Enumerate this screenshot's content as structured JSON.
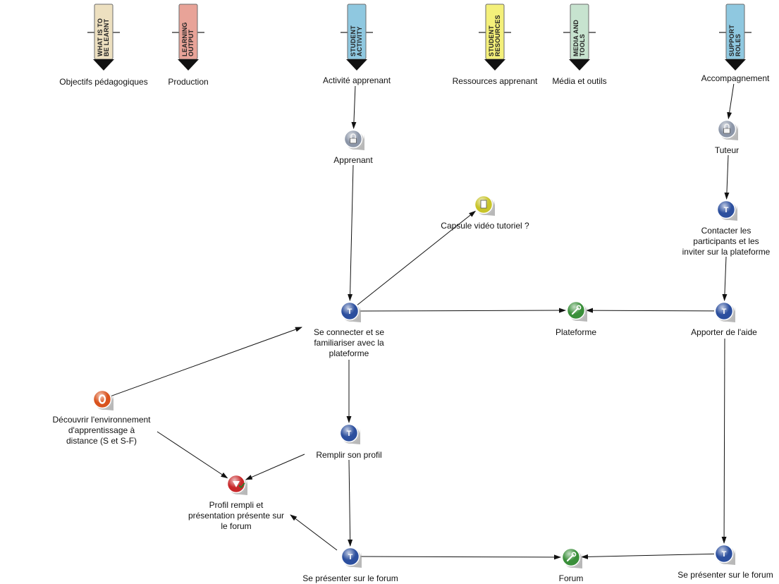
{
  "columns": [
    {
      "id": "objectives",
      "tag_lines": [
        "WHAT IS TO",
        "BE LEARNT"
      ],
      "label": "Objectifs pédagogiques",
      "color": "#ede0c0"
    },
    {
      "id": "production",
      "tag_lines": [
        "LEARNING",
        "OUTPUT"
      ],
      "label": "Production",
      "color": "#e8a398"
    },
    {
      "id": "activity",
      "tag_lines": [
        "STUDENT",
        "ACTIVITY"
      ],
      "label": "Activité apprenant",
      "color": "#8fc8e0"
    },
    {
      "id": "resources",
      "tag_lines": [
        "STUDENT",
        "RESOURCES"
      ],
      "label": "Ressources apprenant",
      "color": "#f4f07a"
    },
    {
      "id": "media",
      "tag_lines": [
        "MEDIA AND",
        "TOOLS"
      ],
      "label": "Média et outils",
      "color": "#c7e3cf"
    },
    {
      "id": "support",
      "tag_lines": [
        "SUPPORT",
        "ROLES"
      ],
      "label": "Accompagnement",
      "color": "#8fc8e0"
    }
  ],
  "nodes": [
    {
      "id": "apprenant",
      "kind": "role",
      "label": "Apprenant"
    },
    {
      "id": "tuteur",
      "kind": "role",
      "label": "Tuteur"
    },
    {
      "id": "capsule",
      "kind": "resource",
      "label": "Capsule vidéo tutoriel ?"
    },
    {
      "id": "contacter",
      "kind": "task",
      "label": "Contacter les\nparticipants et les\ninviter sur la plateforme"
    },
    {
      "id": "connecter",
      "kind": "task",
      "label": "Se connecter et se\nfamiliariser avec la\nplateforme"
    },
    {
      "id": "plateforme",
      "kind": "tool",
      "label": "Plateforme"
    },
    {
      "id": "aide",
      "kind": "task",
      "label": "Apporter de l'aide"
    },
    {
      "id": "decouvrir",
      "kind": "objective",
      "label": "Découvrir l'environnement\nd'apprentissage à\ndistance (S et S-F)"
    },
    {
      "id": "profil",
      "kind": "task",
      "label": "Remplir son profil"
    },
    {
      "id": "profil_rempli",
      "kind": "output",
      "label": "Profil rempli et\nprésentation présente sur\nle forum"
    },
    {
      "id": "presenter_a",
      "kind": "task",
      "label": "Se présenter sur le forum"
    },
    {
      "id": "forum",
      "kind": "tool",
      "label": "Forum"
    },
    {
      "id": "presenter_t",
      "kind": "task",
      "label": "Se présenter sur le forum"
    }
  ],
  "edges": [
    {
      "from": "col:activity",
      "to": "apprenant"
    },
    {
      "from": "col:support",
      "to": "tuteur"
    },
    {
      "from": "apprenant",
      "to": "connecter"
    },
    {
      "from": "connecter",
      "to": "capsule"
    },
    {
      "from": "connecter",
      "to": "plateforme"
    },
    {
      "from": "tuteur",
      "to": "contacter"
    },
    {
      "from": "contacter",
      "to": "aide"
    },
    {
      "from": "aide",
      "to": "plateforme"
    },
    {
      "from": "decouvrir",
      "to": "connecter"
    },
    {
      "from": "decouvrir",
      "to": "profil_rempli"
    },
    {
      "from": "connecter",
      "to": "profil"
    },
    {
      "from": "profil",
      "to": "profil_rempli"
    },
    {
      "from": "profil",
      "to": "presenter_a"
    },
    {
      "from": "presenter_a",
      "to": "profil_rempli"
    },
    {
      "from": "presenter_a",
      "to": "forum"
    },
    {
      "from": "aide",
      "to": "presenter_t"
    },
    {
      "from": "presenter_t",
      "to": "forum"
    }
  ],
  "colors": {
    "task": "#2c4f9e",
    "role": "#8c96a8",
    "resource": "#c8c42a",
    "tool": "#3a8f3a",
    "objective": "#d9531e",
    "output": "#c8282a"
  }
}
